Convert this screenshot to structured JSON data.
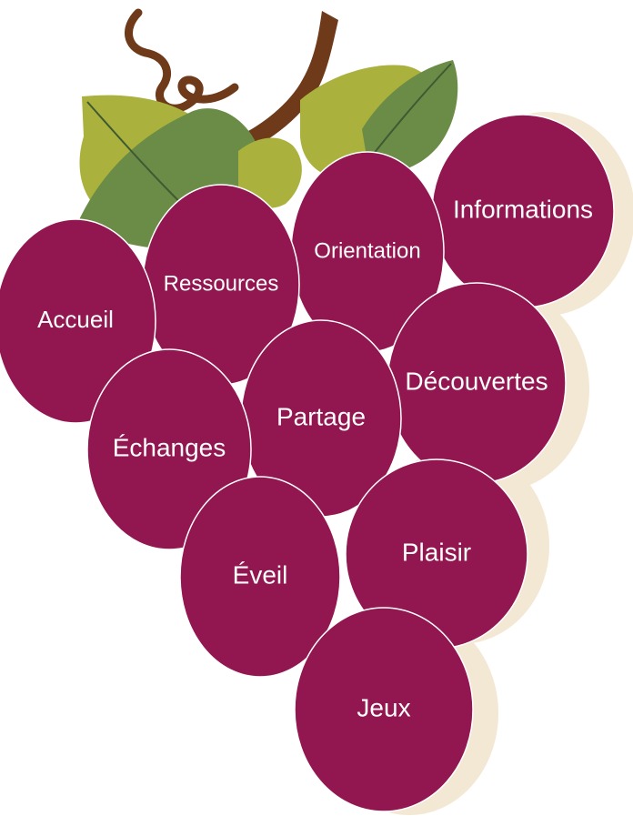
{
  "colors": {
    "berry": "#921650",
    "berry_stroke": "#ffffff",
    "berry_shadow": "#f3e8d4",
    "leaf_light": "#aab13c",
    "leaf_dark": "#6a8c47",
    "leaf_vein": "#3f5a33",
    "stem": "#6e3a1a",
    "label": "#ffffff"
  },
  "grapes": [
    {
      "key": "informations",
      "label": "Informations",
      "icon": "grape-icon"
    },
    {
      "key": "orientation",
      "label": "Orientation",
      "icon": "grape-icon"
    },
    {
      "key": "ressources",
      "label": "Ressources",
      "icon": "grape-icon"
    },
    {
      "key": "accueil",
      "label": "Accueil",
      "icon": "grape-icon"
    },
    {
      "key": "decouvertes",
      "label": "Découvertes",
      "icon": "grape-icon"
    },
    {
      "key": "partage",
      "label": "Partage",
      "icon": "grape-icon"
    },
    {
      "key": "echanges",
      "label": "Échanges",
      "icon": "grape-icon"
    },
    {
      "key": "plaisir",
      "label": "Plaisir",
      "icon": "grape-icon"
    },
    {
      "key": "eveil",
      "label": "Éveil",
      "icon": "grape-icon"
    },
    {
      "key": "jeux",
      "label": "Jeux",
      "icon": "grape-icon"
    }
  ]
}
